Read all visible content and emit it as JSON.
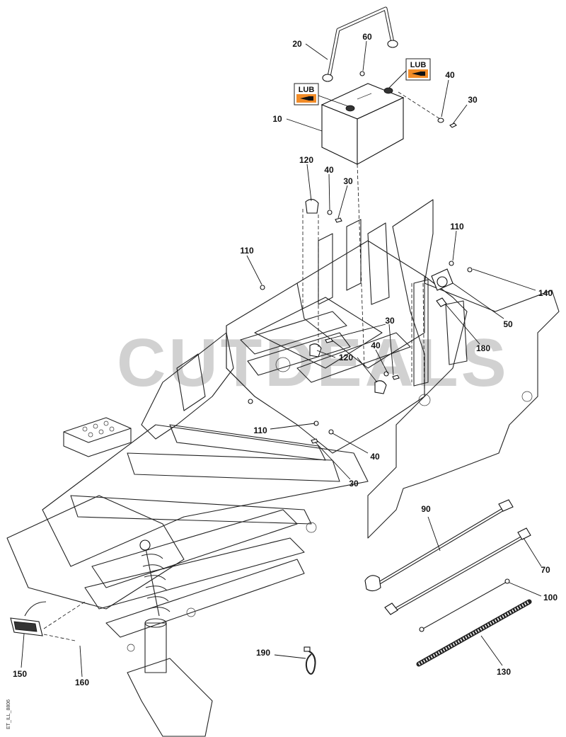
{
  "diagram": {
    "callouts": [
      {
        "id": "c20",
        "text": "20"
      },
      {
        "id": "c60",
        "text": "60"
      },
      {
        "id": "c40a",
        "text": "40"
      },
      {
        "id": "c30a",
        "text": "30"
      },
      {
        "id": "c10",
        "text": "10"
      },
      {
        "id": "c120a",
        "text": "120"
      },
      {
        "id": "c40b",
        "text": "40"
      },
      {
        "id": "c30b",
        "text": "30"
      },
      {
        "id": "c110a",
        "text": "110"
      },
      {
        "id": "c110b",
        "text": "110"
      },
      {
        "id": "c140",
        "text": "140"
      },
      {
        "id": "c50",
        "text": "50"
      },
      {
        "id": "c180",
        "text": "180"
      },
      {
        "id": "c30c",
        "text": "30"
      },
      {
        "id": "c40c",
        "text": "40"
      },
      {
        "id": "c120b",
        "text": "120"
      },
      {
        "id": "c110c",
        "text": "110"
      },
      {
        "id": "c40d",
        "text": "40"
      },
      {
        "id": "c30d",
        "text": "30"
      },
      {
        "id": "c90",
        "text": "90"
      },
      {
        "id": "c70",
        "text": "70"
      },
      {
        "id": "c100",
        "text": "100"
      },
      {
        "id": "c130",
        "text": "130"
      },
      {
        "id": "c190",
        "text": "190"
      },
      {
        "id": "c150",
        "text": "150"
      },
      {
        "id": "c160",
        "text": "160"
      }
    ],
    "lub_labels": [
      "LUB",
      "LUB"
    ],
    "watermark": "CUTDEALS",
    "figure_id": "ET_ILL_8806"
  }
}
